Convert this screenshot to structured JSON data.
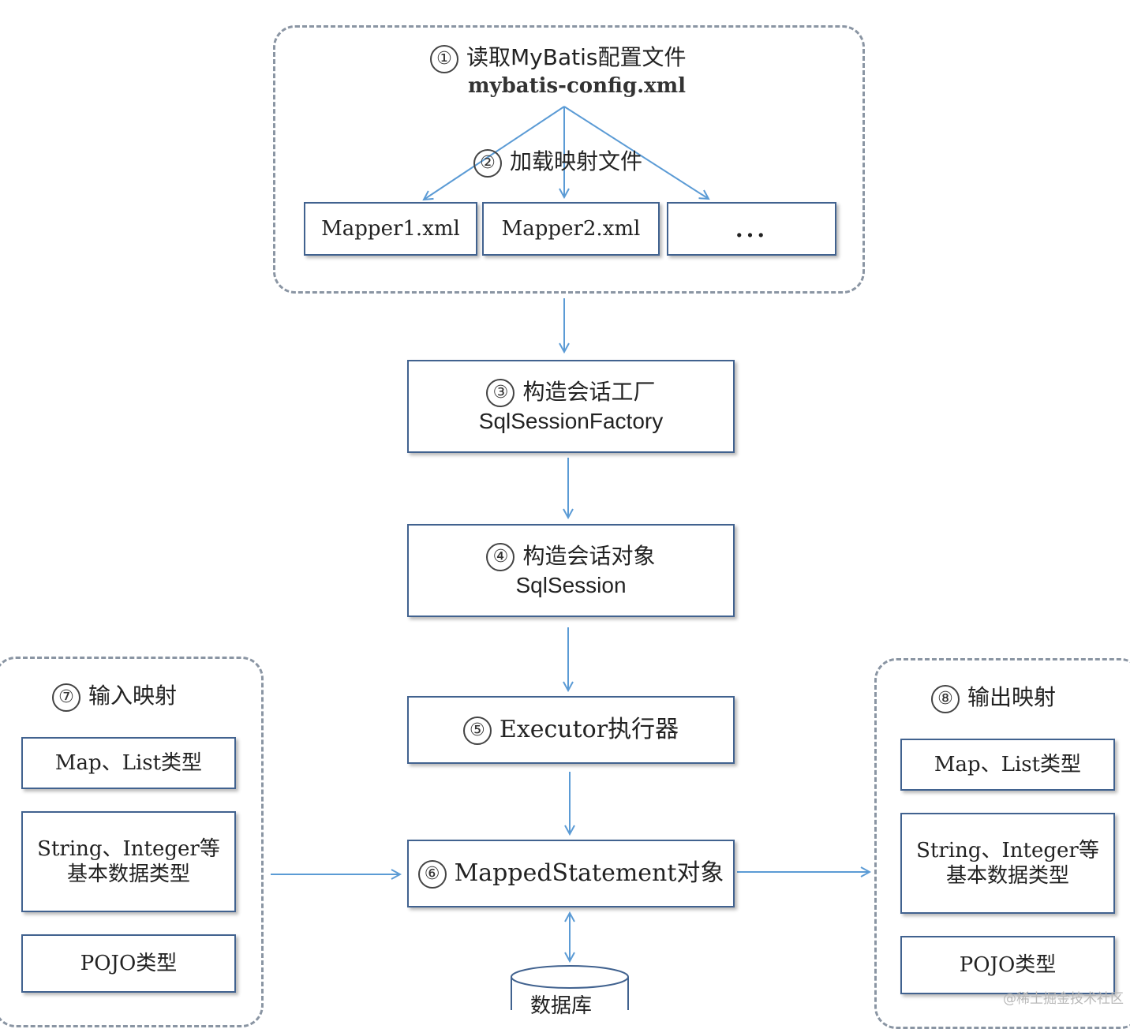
{
  "config": {
    "step": "①",
    "title": "读取MyBatis配置文件",
    "file": "mybatis-config.xml"
  },
  "load_mappers": {
    "step": "②",
    "label": "加载映射文件"
  },
  "mapper_files": [
    "Mapper1.xml",
    "Mapper2.xml",
    "..."
  ],
  "factory": {
    "step": "③",
    "title": "构造会话工厂",
    "subtitle": "SqlSessionFactory"
  },
  "session": {
    "step": "④",
    "title": "构造会话对象",
    "subtitle": "SqlSession"
  },
  "executor": {
    "step": "⑤",
    "title": "Executor执行器"
  },
  "mapped_statement": {
    "step": "⑥",
    "title": "MappedStatement对象"
  },
  "database": {
    "label": "数据库"
  },
  "input_mapping": {
    "step": "⑦",
    "title": "输入映射",
    "types": {
      "map_list": "Map、List类型",
      "basic_line1": "String、Integer等",
      "basic_line2": "基本数据类型",
      "pojo": "POJO类型"
    }
  },
  "output_mapping": {
    "step": "⑧",
    "title": "输出映射",
    "types": {
      "map_list": "Map、List类型",
      "basic_line1": "String、Integer等",
      "basic_line2": "基本数据类型",
      "pojo": "POJO类型"
    }
  },
  "watermark": "@稀土掘金技术社区",
  "colors": {
    "arrow": "#5b9bd5",
    "box_border": "#41628f",
    "group_border": "#8a95a3"
  }
}
